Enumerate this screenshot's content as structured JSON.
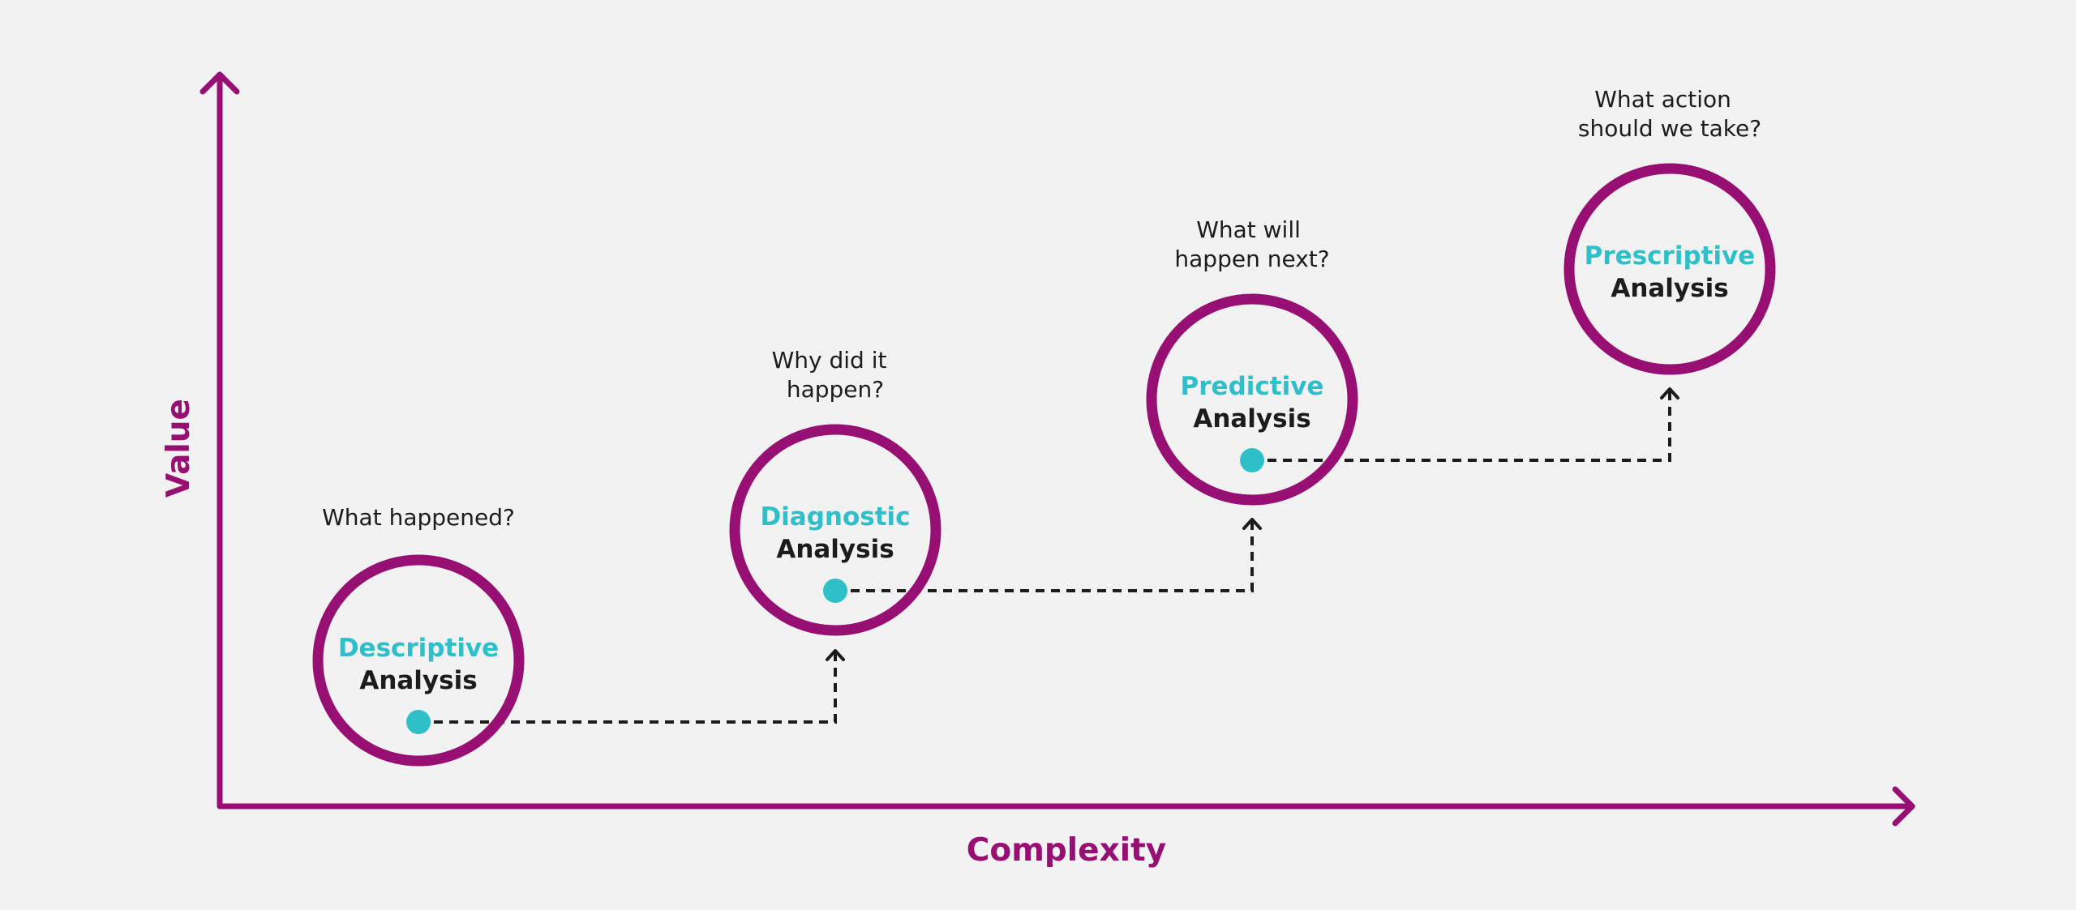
{
  "axes": {
    "x_label": "Complexity",
    "y_label": "Value"
  },
  "stages": [
    {
      "type": "Descriptive",
      "word": "Analysis",
      "question": [
        "What happened?"
      ]
    },
    {
      "type": "Diagnostic",
      "word": "Analysis",
      "question": [
        "Why did it",
        "happen?"
      ]
    },
    {
      "type": "Predictive",
      "word": "Analysis",
      "question": [
        "What will",
        "happen next?"
      ]
    },
    {
      "type": "Prescriptive",
      "word": "Analysis",
      "question": [
        "What action",
        "should we take?"
      ]
    }
  ],
  "colors": {
    "accent": "#970f72",
    "highlight": "#2ebfc9",
    "text": "#1c1c1c",
    "background": "#f2f2f2"
  }
}
